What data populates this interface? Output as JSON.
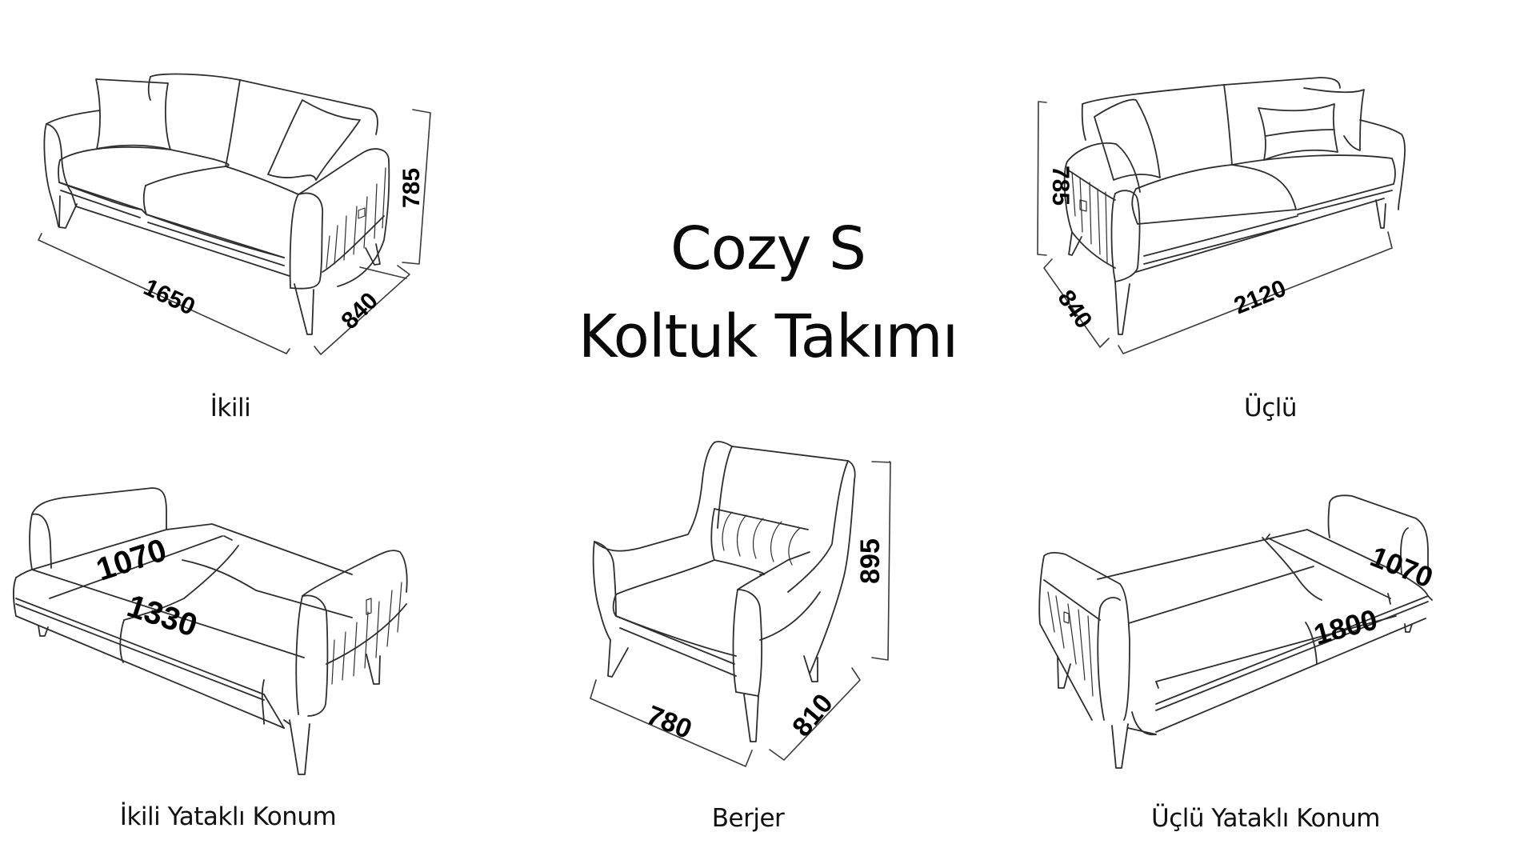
{
  "title": {
    "line1": "Cozy S",
    "line2": "Koltuk Takımı"
  },
  "items": [
    {
      "id": "ikili",
      "label": "İkili",
      "dimensions": {
        "width": "1650",
        "depth": "840",
        "height": "785"
      }
    },
    {
      "id": "uclu",
      "label": "Üçlü",
      "dimensions": {
        "width": "2120",
        "depth": "840",
        "height": "785"
      }
    },
    {
      "id": "ikili-yatakli",
      "label": "İkili Yataklı Konum",
      "dimensions": {
        "bed_width": "1070",
        "bed_length": "1330"
      }
    },
    {
      "id": "berjer",
      "label": "Berjer",
      "dimensions": {
        "width": "780",
        "depth": "810",
        "height": "895"
      }
    },
    {
      "id": "uclu-yatakli",
      "label": "Üçlü Yataklı Konum",
      "dimensions": {
        "bed_width": "1070",
        "bed_length": "1800"
      }
    }
  ],
  "colors": {
    "line": "#2e2e2e",
    "text": "#111111",
    "background": "#ffffff"
  }
}
